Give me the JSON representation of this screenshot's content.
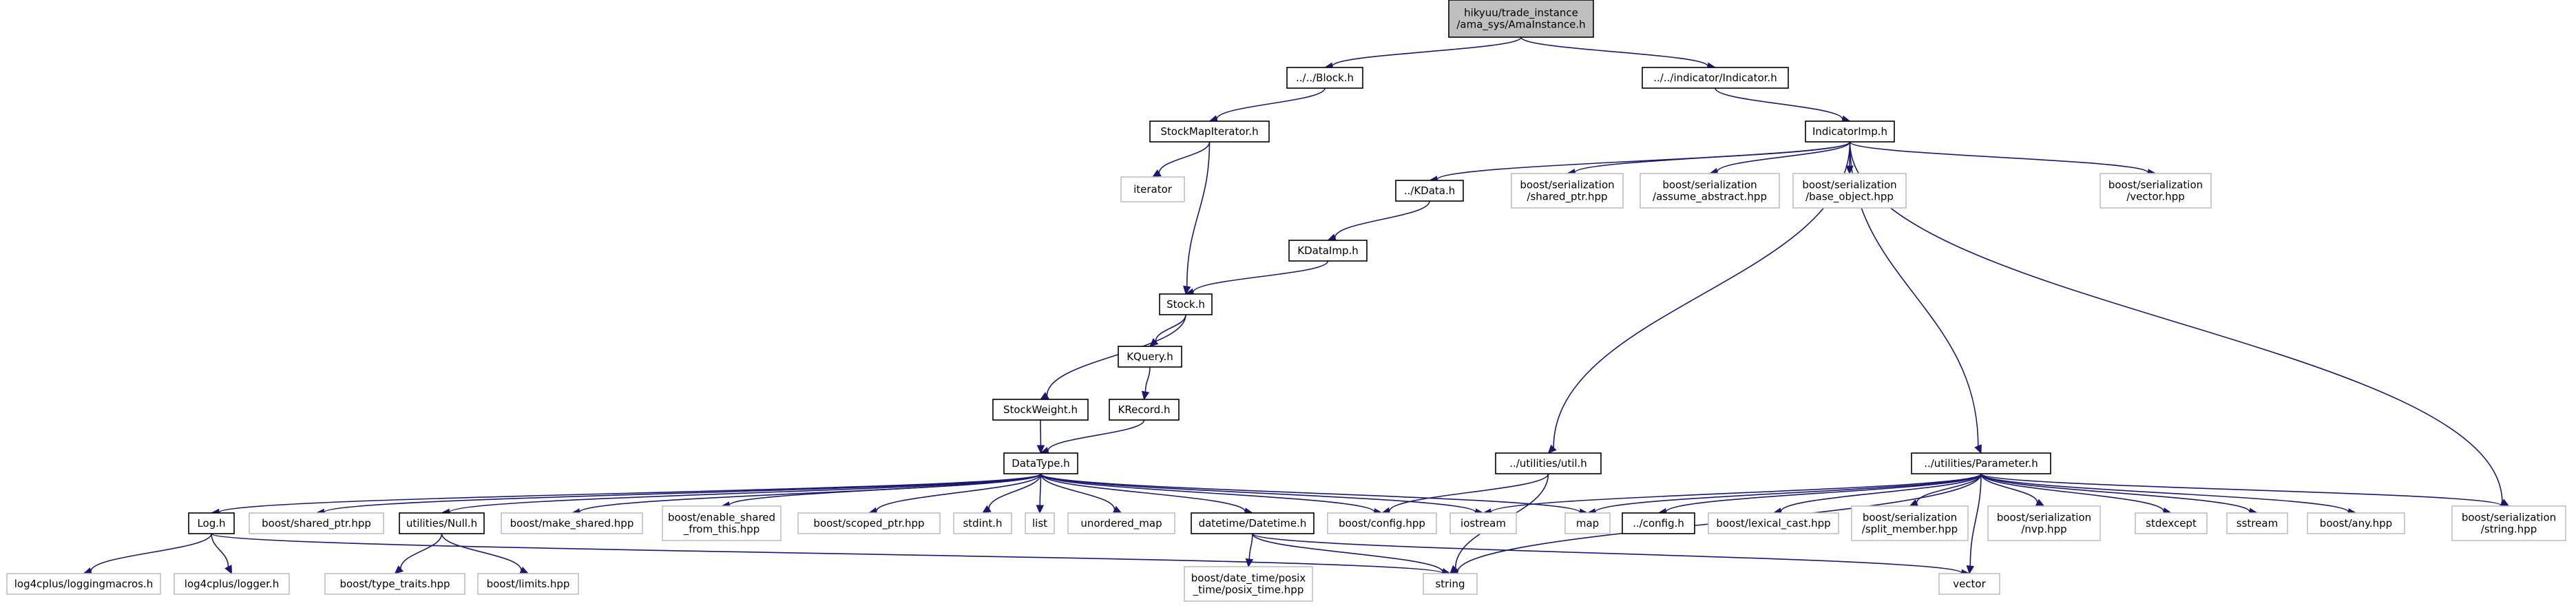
{
  "diagram": {
    "type": "include-dependency-graph",
    "colors": {
      "edge": "#191970",
      "root_fill": "#bfbfbf",
      "external_border": "#bfbfbf",
      "local_border": "#000000"
    },
    "nodes": [
      {
        "id": "root",
        "kind": "root",
        "lines": [
          "hikyuu/trade_instance",
          "/ama_sys/AmaInstance.h"
        ]
      },
      {
        "id": "block",
        "kind": "local",
        "lines": [
          "../../Block.h"
        ]
      },
      {
        "id": "indicator",
        "kind": "local",
        "lines": [
          "../../indicator/Indicator.h"
        ]
      },
      {
        "id": "stockmapiter",
        "kind": "local",
        "lines": [
          "StockMapIterator.h"
        ]
      },
      {
        "id": "iterator",
        "kind": "external",
        "lines": [
          "iterator"
        ]
      },
      {
        "id": "indicatorimp",
        "kind": "local",
        "lines": [
          "IndicatorImp.h"
        ]
      },
      {
        "id": "kdata",
        "kind": "local",
        "lines": [
          "../KData.h"
        ]
      },
      {
        "id": "ser_shared_ptr",
        "kind": "external",
        "lines": [
          "boost/serialization",
          "/shared_ptr.hpp"
        ]
      },
      {
        "id": "ser_assume",
        "kind": "external",
        "lines": [
          "boost/serialization",
          "/assume_abstract.hpp"
        ]
      },
      {
        "id": "ser_base",
        "kind": "external",
        "lines": [
          "boost/serialization",
          "/base_object.hpp"
        ]
      },
      {
        "id": "ser_vector",
        "kind": "external",
        "lines": [
          "boost/serialization",
          "/vector.hpp"
        ]
      },
      {
        "id": "kdataimp",
        "kind": "local",
        "lines": [
          "KDataImp.h"
        ]
      },
      {
        "id": "stock",
        "kind": "local",
        "lines": [
          "Stock.h"
        ]
      },
      {
        "id": "kquery",
        "kind": "local",
        "lines": [
          "KQuery.h"
        ]
      },
      {
        "id": "stockweight",
        "kind": "local",
        "lines": [
          "StockWeight.h"
        ]
      },
      {
        "id": "krecord",
        "kind": "local",
        "lines": [
          "KRecord.h"
        ]
      },
      {
        "id": "datatype",
        "kind": "local",
        "lines": [
          "DataType.h"
        ]
      },
      {
        "id": "util",
        "kind": "local",
        "lines": [
          "../utilities/util.h"
        ]
      },
      {
        "id": "parameter",
        "kind": "local",
        "lines": [
          "../utilities/Parameter.h"
        ]
      },
      {
        "id": "log",
        "kind": "local",
        "lines": [
          "Log.h"
        ]
      },
      {
        "id": "shared_ptr",
        "kind": "external",
        "lines": [
          "boost/shared_ptr.hpp"
        ]
      },
      {
        "id": "nullh",
        "kind": "local",
        "lines": [
          "utilities/Null.h"
        ]
      },
      {
        "id": "make_shared",
        "kind": "external",
        "lines": [
          "boost/make_shared.hpp"
        ]
      },
      {
        "id": "enable_shared",
        "kind": "external",
        "lines": [
          "boost/enable_shared",
          "_from_this.hpp"
        ]
      },
      {
        "id": "scoped_ptr",
        "kind": "external",
        "lines": [
          "boost/scoped_ptr.hpp"
        ]
      },
      {
        "id": "stdint",
        "kind": "external",
        "lines": [
          "stdint.h"
        ]
      },
      {
        "id": "list",
        "kind": "external",
        "lines": [
          "list"
        ]
      },
      {
        "id": "unordered_map",
        "kind": "external",
        "lines": [
          "unordered_map"
        ]
      },
      {
        "id": "datetime",
        "kind": "local",
        "lines": [
          "datetime/Datetime.h"
        ]
      },
      {
        "id": "boost_config",
        "kind": "external",
        "lines": [
          "boost/config.hpp"
        ]
      },
      {
        "id": "iostream",
        "kind": "external",
        "lines": [
          "iostream"
        ]
      },
      {
        "id": "map",
        "kind": "external",
        "lines": [
          "map"
        ]
      },
      {
        "id": "config",
        "kind": "local",
        "lines": [
          "../config.h"
        ]
      },
      {
        "id": "lexical_cast",
        "kind": "external",
        "lines": [
          "boost/lexical_cast.hpp"
        ]
      },
      {
        "id": "split_member",
        "kind": "external",
        "lines": [
          "boost/serialization",
          "/split_member.hpp"
        ]
      },
      {
        "id": "nvp",
        "kind": "external",
        "lines": [
          "boost/serialization",
          "/nvp.hpp"
        ]
      },
      {
        "id": "stdexcept",
        "kind": "external",
        "lines": [
          "stdexcept"
        ]
      },
      {
        "id": "sstream",
        "kind": "external",
        "lines": [
          "sstream"
        ]
      },
      {
        "id": "any",
        "kind": "external",
        "lines": [
          "boost/any.hpp"
        ]
      },
      {
        "id": "ser_string",
        "kind": "external",
        "lines": [
          "boost/serialization",
          "/string.hpp"
        ]
      },
      {
        "id": "loggingmacros",
        "kind": "external",
        "lines": [
          "log4cplus/loggingmacros.h"
        ]
      },
      {
        "id": "logger",
        "kind": "external",
        "lines": [
          "log4cplus/logger.h"
        ]
      },
      {
        "id": "type_traits",
        "kind": "external",
        "lines": [
          "boost/type_traits.hpp"
        ]
      },
      {
        "id": "limits",
        "kind": "external",
        "lines": [
          "boost/limits.hpp"
        ]
      },
      {
        "id": "posix_time",
        "kind": "external",
        "lines": [
          "boost/date_time/posix",
          "_time/posix_time.hpp"
        ]
      },
      {
        "id": "string",
        "kind": "external",
        "lines": [
          "string"
        ]
      },
      {
        "id": "vector",
        "kind": "external",
        "lines": [
          "vector"
        ]
      }
    ],
    "edges": [
      [
        "root",
        "block"
      ],
      [
        "root",
        "indicator"
      ],
      [
        "block",
        "stockmapiter"
      ],
      [
        "stockmapiter",
        "iterator"
      ],
      [
        "stockmapiter",
        "stock"
      ],
      [
        "indicator",
        "indicatorimp"
      ],
      [
        "indicatorimp",
        "kdata"
      ],
      [
        "indicatorimp",
        "ser_shared_ptr"
      ],
      [
        "indicatorimp",
        "ser_assume"
      ],
      [
        "indicatorimp",
        "ser_base"
      ],
      [
        "indicatorimp",
        "ser_vector"
      ],
      [
        "indicatorimp",
        "util"
      ],
      [
        "indicatorimp",
        "parameter"
      ],
      [
        "indicatorimp",
        "ser_string"
      ],
      [
        "kdata",
        "kdataimp"
      ],
      [
        "kdataimp",
        "stock"
      ],
      [
        "stock",
        "stockweight"
      ],
      [
        "stock",
        "kquery"
      ],
      [
        "kquery",
        "krecord"
      ],
      [
        "stockweight",
        "datatype"
      ],
      [
        "krecord",
        "datatype"
      ],
      [
        "datatype",
        "log"
      ],
      [
        "datatype",
        "shared_ptr"
      ],
      [
        "datatype",
        "nullh"
      ],
      [
        "datatype",
        "make_shared"
      ],
      [
        "datatype",
        "enable_shared"
      ],
      [
        "datatype",
        "scoped_ptr"
      ],
      [
        "datatype",
        "stdint"
      ],
      [
        "datatype",
        "list"
      ],
      [
        "datatype",
        "unordered_map"
      ],
      [
        "datatype",
        "datetime"
      ],
      [
        "datatype",
        "boost_config"
      ],
      [
        "datatype",
        "iostream"
      ],
      [
        "datatype",
        "map"
      ],
      [
        "util",
        "boost_config"
      ],
      [
        "util",
        "string"
      ],
      [
        "parameter",
        "iostream"
      ],
      [
        "parameter",
        "map"
      ],
      [
        "parameter",
        "config"
      ],
      [
        "parameter",
        "lexical_cast"
      ],
      [
        "parameter",
        "split_member"
      ],
      [
        "parameter",
        "nvp"
      ],
      [
        "parameter",
        "stdexcept"
      ],
      [
        "parameter",
        "sstream"
      ],
      [
        "parameter",
        "any"
      ],
      [
        "parameter",
        "ser_string"
      ],
      [
        "parameter",
        "string"
      ],
      [
        "parameter",
        "vector"
      ],
      [
        "log",
        "loggingmacros"
      ],
      [
        "log",
        "logger"
      ],
      [
        "log",
        "string"
      ],
      [
        "nullh",
        "type_traits"
      ],
      [
        "nullh",
        "limits"
      ],
      [
        "datetime",
        "posix_time"
      ],
      [
        "datetime",
        "string"
      ],
      [
        "datetime",
        "vector"
      ]
    ]
  }
}
